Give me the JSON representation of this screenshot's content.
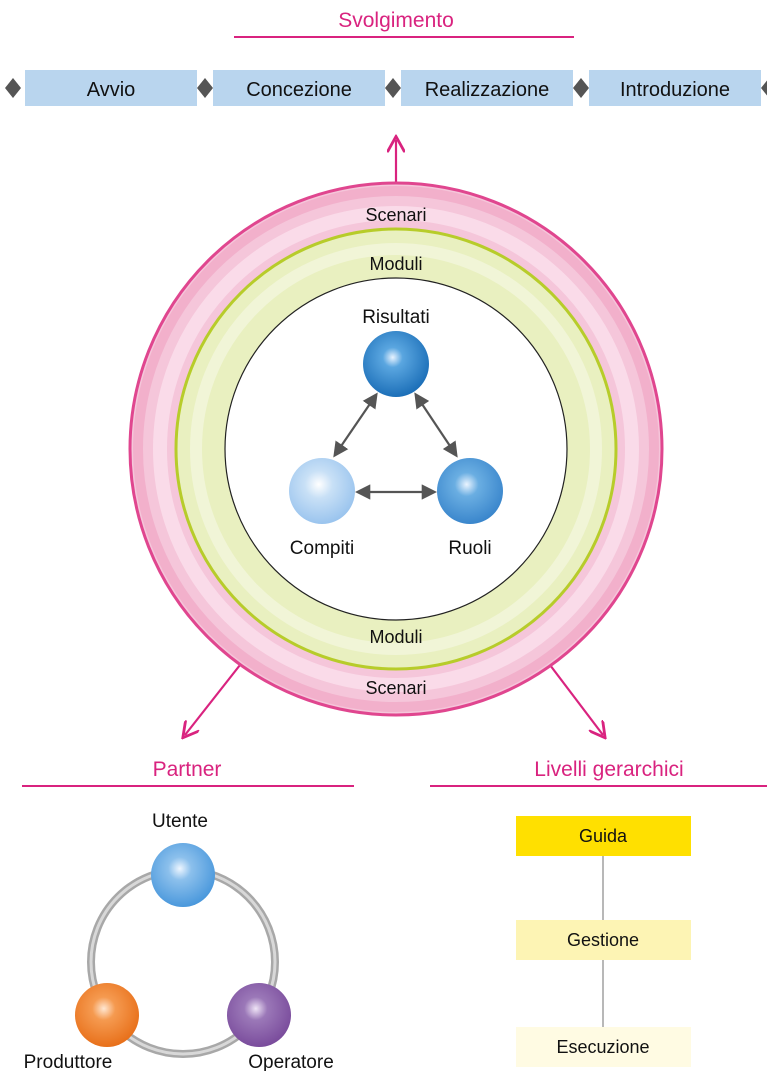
{
  "colors": {
    "accent": "#d9237f",
    "phase_box": "#b9d5ee",
    "diamond": "#555555",
    "modules_ring": "#e9f0c0",
    "modules_border": "#b7cc2a",
    "scenari_ring": "#f5c6da",
    "node_blue_dark": "#1f78c6",
    "node_blue_mid": "#3f8fd0",
    "node_blue_light": "#a9cdf0",
    "node_orange": "#f07f25",
    "node_purple": "#8a5aa8",
    "level_guida": "#ffe000",
    "level_gestione": "#fdf4b4",
    "level_esecuzione": "#fffbe3"
  },
  "svolgimento": {
    "title": "Svolgimento",
    "phases": [
      "Avvio",
      "Concezione",
      "Realizzazione",
      "Introduzione"
    ]
  },
  "core": {
    "scenari_top": "Scenari",
    "moduli_top": "Moduli",
    "moduli_bottom": "Moduli",
    "scenari_bottom": "Scenari",
    "nodes": {
      "risultati": "Risultati",
      "compiti": "Compiti",
      "ruoli": "Ruoli"
    }
  },
  "partner": {
    "title": "Partner",
    "nodes": {
      "utente": "Utente",
      "produttore": "Produttore",
      "operatore": "Operatore"
    }
  },
  "livelli": {
    "title": "Livelli gerarchici",
    "levels": [
      "Guida",
      "Gestione",
      "Esecuzione"
    ]
  }
}
